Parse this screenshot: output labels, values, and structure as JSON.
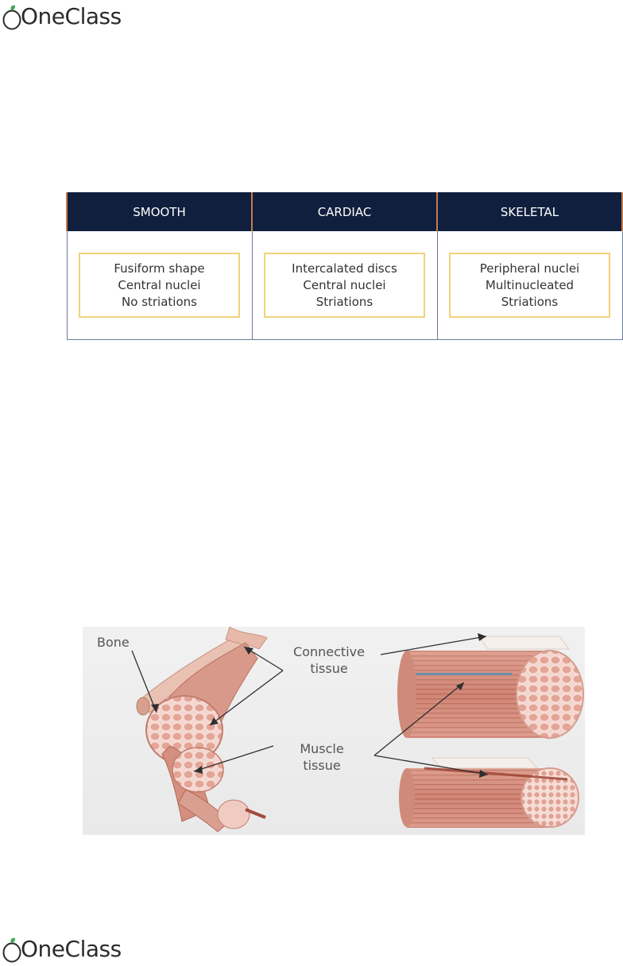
{
  "brand": {
    "name": "OneClass"
  },
  "table": {
    "headers": [
      "SMOOTH",
      "CARDIAC",
      "SKELETAL"
    ],
    "columns": [
      [
        "Fusiform shape",
        "Central nuclei",
        "No striations"
      ],
      [
        "Intercalated discs",
        "Central nuclei",
        "Striations"
      ],
      [
        "Peripheral nuclei",
        "Multinucleated",
        "Striations"
      ]
    ]
  },
  "figure": {
    "labels": {
      "bone": "Bone",
      "connective_1": "Connective",
      "connective_2": "tissue",
      "muscle_1": "Muscle",
      "muscle_2": "tissue"
    }
  },
  "colors": {
    "header_bg": "#0f1f3d",
    "header_divider": "#c47c4c",
    "box_border": "#f2d27a",
    "logo_leaf": "#3aa655",
    "muscle": "#d9978a"
  }
}
